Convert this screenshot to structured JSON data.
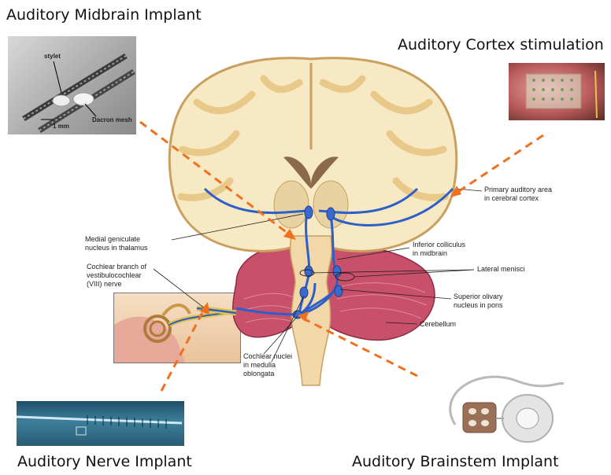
{
  "headings": {
    "midbrain": "Auditory Midbrain Implant",
    "cortex": "Auditory Cortex stimulation",
    "nerve": "Auditory Nerve Implant",
    "brainstem": "Auditory Brainstem Implant"
  },
  "photo_labels": {
    "stylet": "stylet",
    "scale": "1 mm",
    "mesh": "Dacron mesh"
  },
  "anatomy_labels": {
    "mgn_1": "Medial geniculate",
    "mgn_2": "nucleus in thalamus",
    "cochlear_branch_1": "Cochlear branch of",
    "cochlear_branch_2": "vestibulocochlear",
    "cochlear_branch_3": "(VIII) nerve",
    "primary_1": "Primary auditory area",
    "primary_2": "in cerebral cortex",
    "ic_1": "Inferior colliculus",
    "ic_2": "in midbrain",
    "lateral": "Lateral menisci",
    "sup_1": "Superior olivary",
    "sup_2": "nucleus in pons",
    "cerebellum": "Cerebellum",
    "cn_1": "Cochlear nuclei",
    "cn_2": "in medulla",
    "cn_3": "oblongata"
  },
  "colors": {
    "arrow": "#f07020",
    "pathway": "#2d5fc8",
    "white_matter": "#f7e9c4",
    "gray_matter": "#e8c98a",
    "cerebellum": "#c8506a"
  }
}
